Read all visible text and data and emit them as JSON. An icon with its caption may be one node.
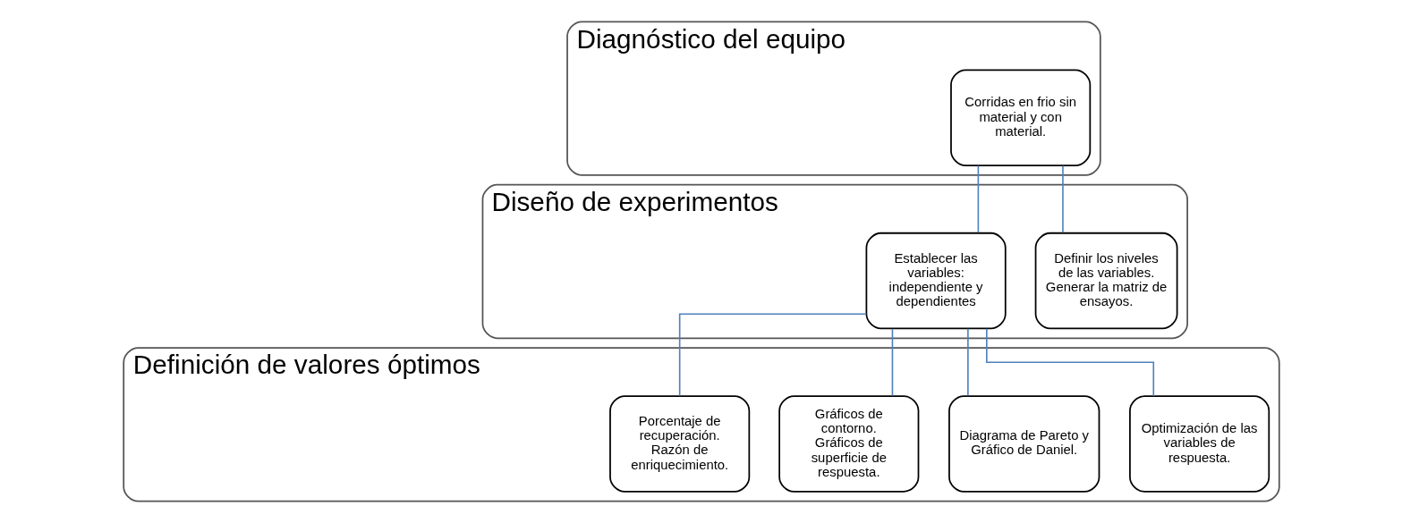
{
  "diagram": {
    "nodes": [
      {
        "text": [
          "Diagnóstico del equipo"
        ]
      },
      {
        "text": [
          "Corridas en frio sin material y con material."
        ],
        "in": 0
      },
      {
        "text": [
          "Diseño de experimentos"
        ]
      },
      {
        "text": [
          "Establecer las variables:",
          "independiente y dependientes"
        ],
        "in": 2
      },
      {
        "text": [
          "Definir los niveles de las variables.",
          "Generar la matriz de ensayos."
        ],
        "in": 2
      },
      {
        "text": [
          "Definición de valores óptimos"
        ]
      },
      {
        "text": [
          "Porcentaje de recuperación.",
          "Razón de enriquecimiento."
        ],
        "in": 5
      },
      {
        "text": [
          "Gráficos de contorno.",
          "Gráficos de superficie de respuesta."
        ],
        "in": 5
      },
      {
        "text": [
          "Diagrama de Pareto y Gráfico de Daniel."
        ],
        "in": 5
      },
      {
        "text": [
          "Optimización de las variables de respuesta."
        ],
        "in": 5
      }
    ],
    "edges": [
      {
        "from": 1,
        "to": 3,
        "arrow": "none"
      },
      {
        "from": 1,
        "to": 4,
        "arrow": "none"
      },
      {
        "from": 3,
        "to": 6,
        "arrow": "none"
      },
      {
        "from": 3,
        "to": 7,
        "arrow": "none"
      },
      {
        "from": 3,
        "to": 8,
        "arrow": "none"
      },
      {
        "from": 3,
        "to": 9,
        "arrow": "none"
      }
    ]
  }
}
